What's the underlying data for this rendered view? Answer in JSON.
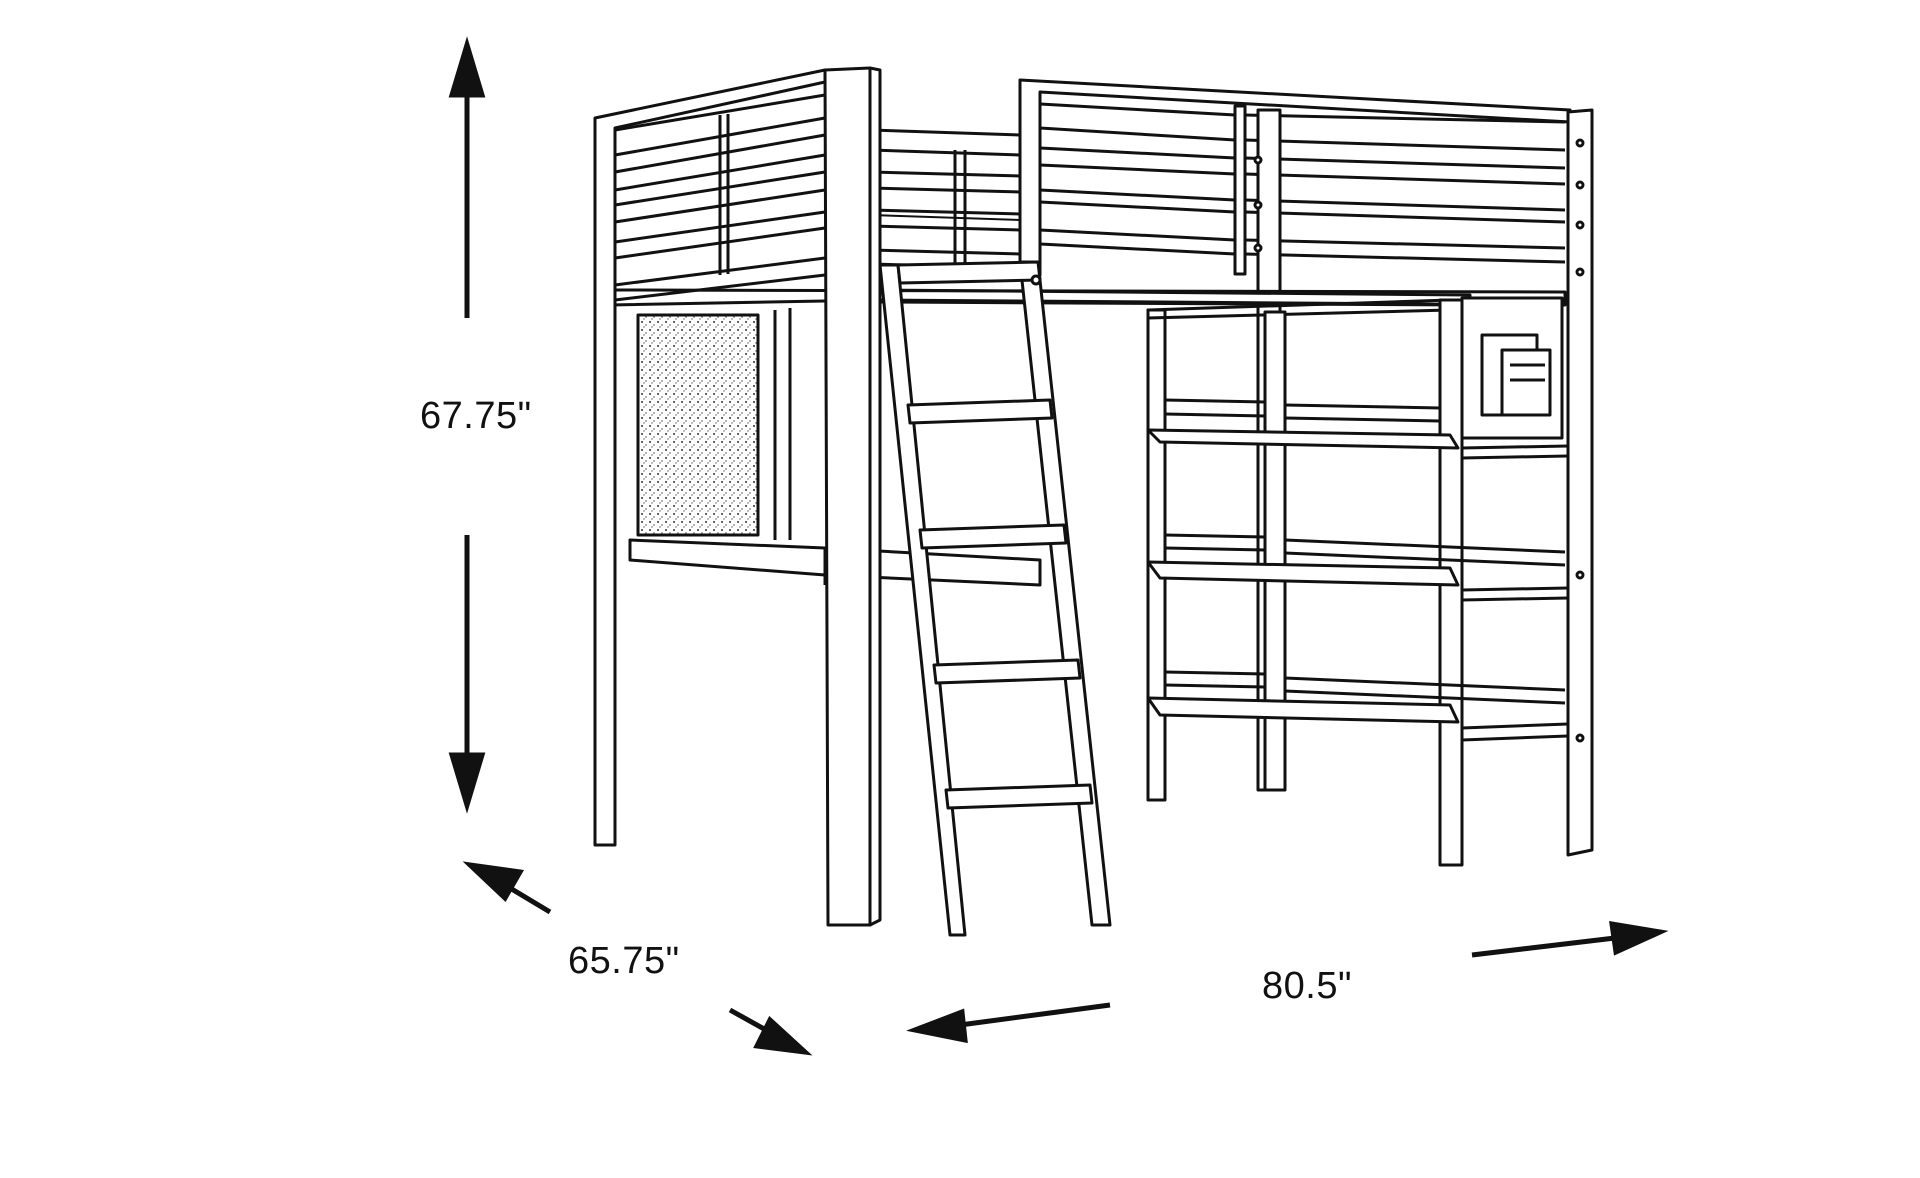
{
  "dimensions": {
    "height": "67.75\"",
    "depth": "65.75\"",
    "width": "80.5\""
  },
  "colors": {
    "line": "#111111",
    "cork": "#d9d9d9"
  }
}
